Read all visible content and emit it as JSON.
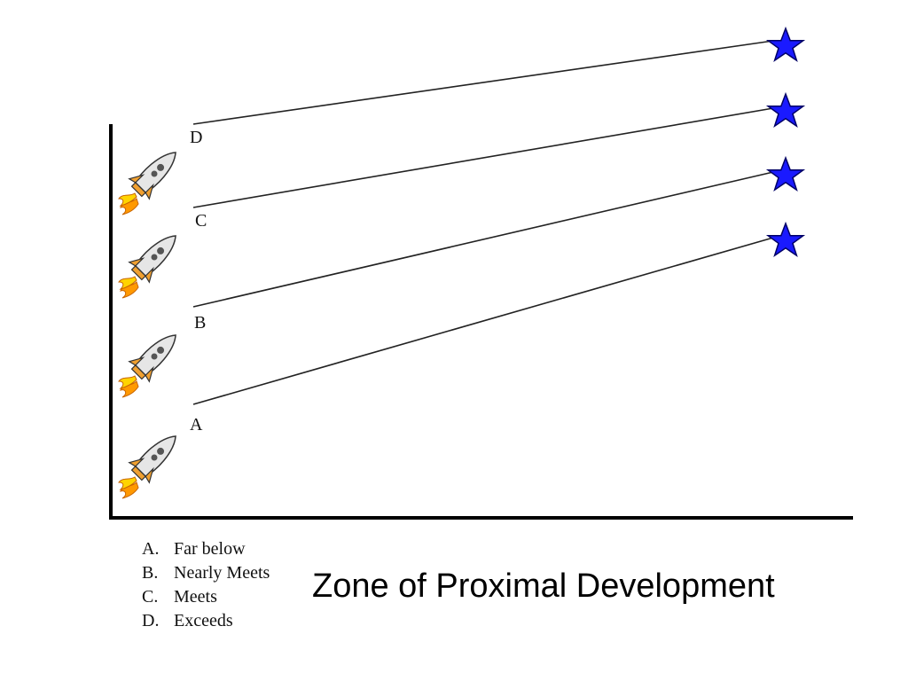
{
  "levels": [
    {
      "letter": "A",
      "text": "Far below"
    },
    {
      "letter": "B",
      "text": "Nearly Meets"
    },
    {
      "letter": "C",
      "text": "Meets"
    },
    {
      "letter": "D",
      "text": "Exceeds"
    }
  ],
  "legend": [
    {
      "key": "A.",
      "text": "Far below"
    },
    {
      "key": "B.",
      "text": "Nearly Meets"
    },
    {
      "key": "C.",
      "text": "Meets"
    },
    {
      "key": "D.",
      "text": "Exceeds"
    }
  ],
  "caption": "Zone of Proximal Development",
  "icons": {
    "rocket": "rocket-icon",
    "star": "star-icon"
  },
  "colors": {
    "star_fill": "#1a1aff",
    "star_stroke": "#000066",
    "axis": "#000000",
    "trajectory": "#222222",
    "flame_outer": "#ff9900",
    "flame_inner": "#ffd400",
    "rocket_body": "#e6e6e6",
    "rocket_fins": "#f0a030"
  }
}
